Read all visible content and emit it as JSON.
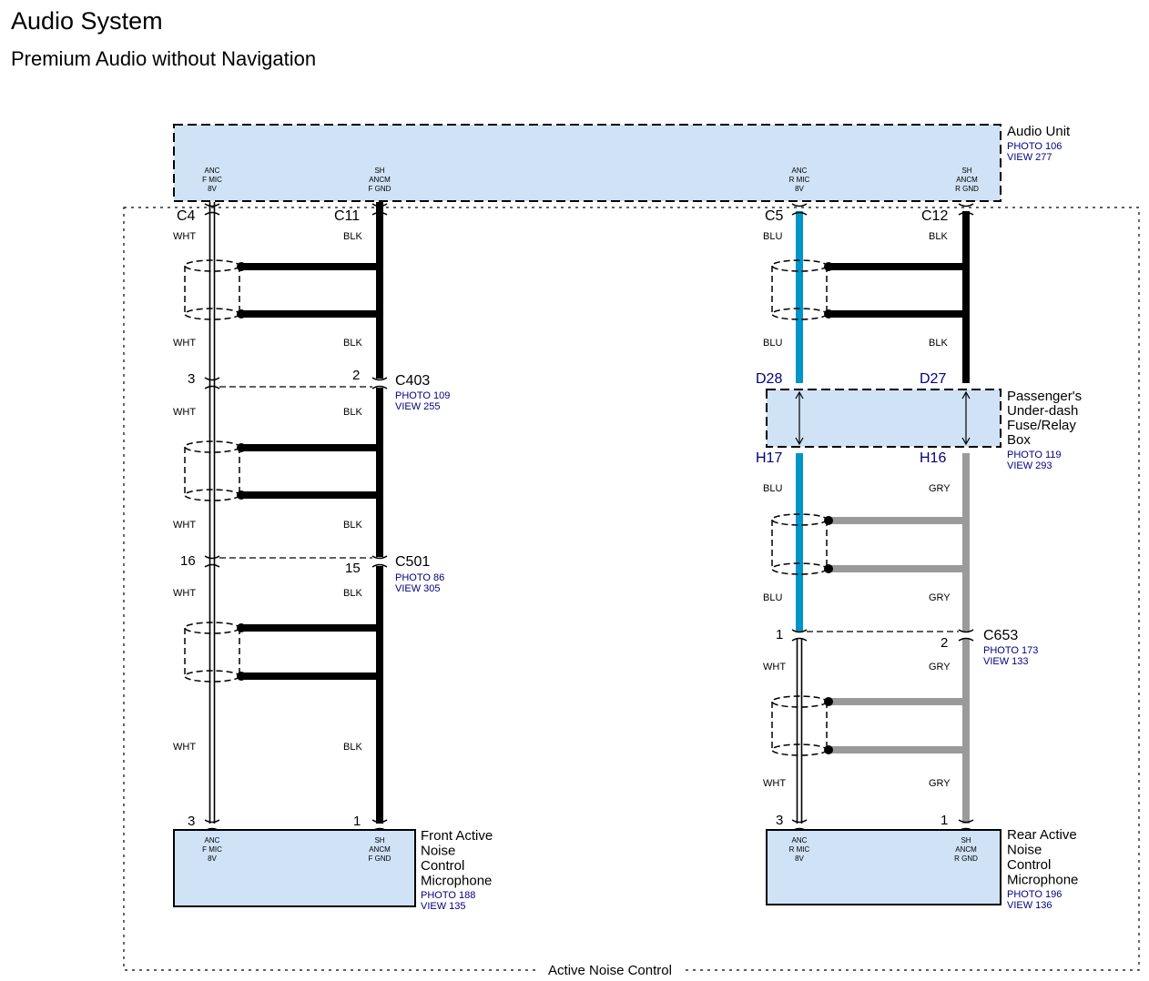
{
  "title": "Audio System",
  "subtitle": "Premium Audio without Navigation",
  "enclosure_label": "Active Noise Control",
  "colors": {
    "box_fill": "#cfe2f6",
    "blu_wire": "#0095c8",
    "gry_wire": "#9a9a9a",
    "blk_wire": "#000000",
    "ref_text": "#000080"
  },
  "audio_unit": {
    "name": "Audio Unit",
    "photo": "PHOTO 106",
    "view": "VIEW 277",
    "pins": [
      "ANC\nF MIC\n8V",
      "SH\nANCM\nF GND",
      "ANC\nR MIC\n8V",
      "SH\nANCM\nR GND"
    ],
    "connectors": [
      "C4",
      "C11",
      "C5",
      "C12"
    ]
  },
  "front": {
    "wire_colors": {
      "left": [
        "WHT",
        "WHT",
        "WHT",
        "WHT",
        "WHT",
        "WHT"
      ],
      "right": [
        "BLK",
        "BLK",
        "BLK",
        "BLK",
        "BLK",
        "BLK"
      ]
    },
    "c403": {
      "name": "C403",
      "photo": "PHOTO 109",
      "view": "VIEW 255",
      "pin_left": "3",
      "pin_right": "2"
    },
    "c501": {
      "name": "C501",
      "photo": "PHOTO 86",
      "view": "VIEW 305",
      "pin_left": "16",
      "pin_right": "15"
    },
    "mic": {
      "name": "Front Active\nNoise\nControl\nMicrophone",
      "photo": "PHOTO 188",
      "view": "VIEW 135",
      "pin_left": "3",
      "pin_right": "1",
      "pins": [
        "ANC\nF MIC\n8V",
        "SH\nANCM\nF GND"
      ]
    }
  },
  "rear": {
    "wire_colors": {
      "left": [
        "BLU",
        "BLU",
        "BLU",
        "BLU",
        "WHT",
        "WHT"
      ],
      "right": [
        "BLK",
        "BLK",
        "GRY",
        "GRY",
        "GRY",
        "GRY"
      ]
    },
    "fuse_box": {
      "name": "Passenger's\nUnder-dash\nFuse/Relay\nBox",
      "photo": "PHOTO 119",
      "view": "VIEW 293",
      "top_left": "D28",
      "top_right": "D27",
      "bottom_left": "H17",
      "bottom_right": "H16"
    },
    "c653": {
      "name": "C653",
      "photo": "PHOTO 173",
      "view": "VIEW 133",
      "pin_left": "1",
      "pin_right": "2"
    },
    "mic": {
      "name": "Rear Active\nNoise\nControl\nMicrophone",
      "photo": "PHOTO 196",
      "view": "VIEW 136",
      "pin_left": "3",
      "pin_right": "1",
      "pins": [
        "ANC\nR MIC\n8V",
        "SH\nANCM\nR GND"
      ]
    }
  }
}
